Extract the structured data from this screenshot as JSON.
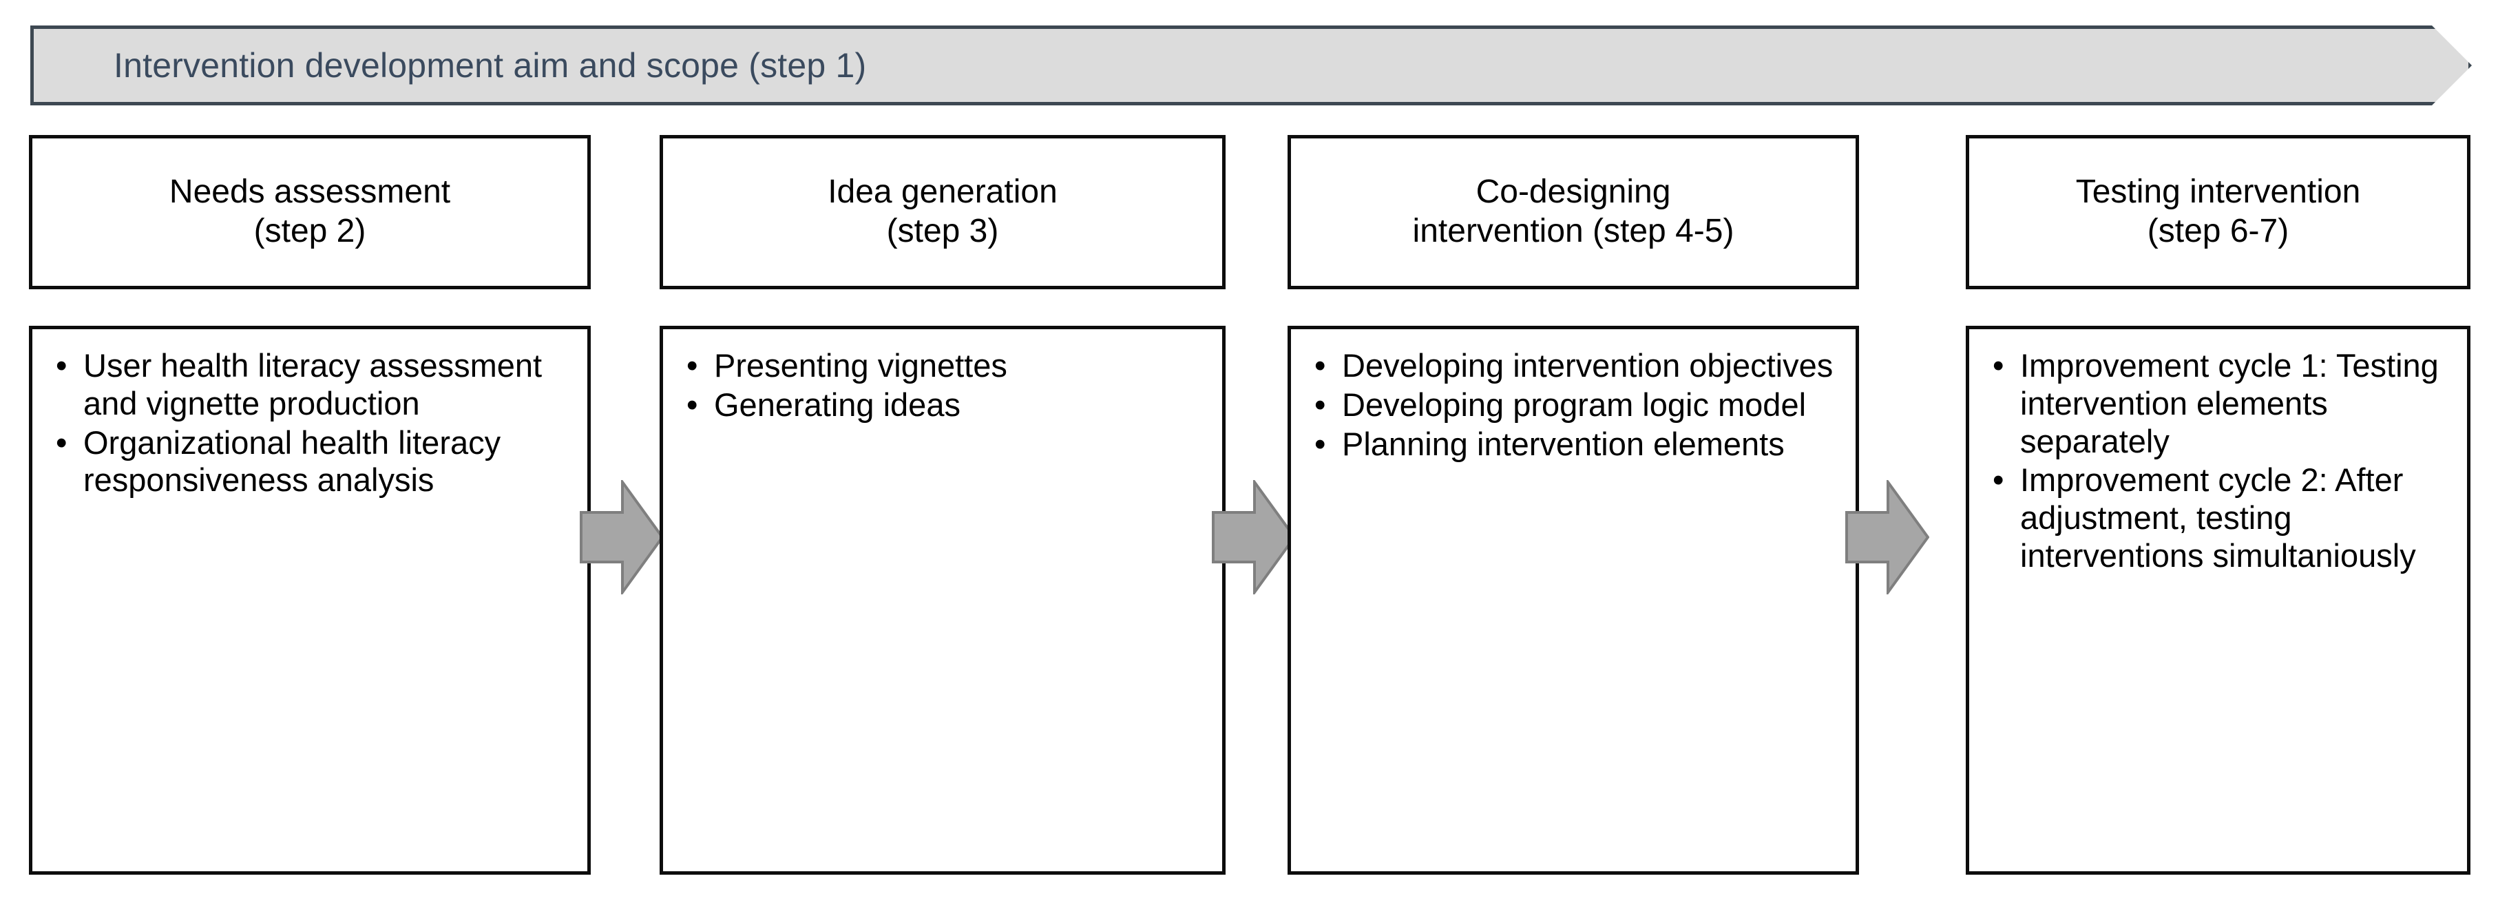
{
  "banner": {
    "label": "Intervention development aim and scope (step 1)",
    "fill_color": "#dcdcdc",
    "border_color": "#3d4852",
    "text_color": "#3a4a5e",
    "shape": "chevron-right"
  },
  "arrows": {
    "fill_color": "#a6a6a6",
    "border_color": "#7f7f7f",
    "items": [
      {
        "name": "arrow-step2-to-step3"
      },
      {
        "name": "arrow-step3-to-step4"
      },
      {
        "name": "arrow-step4-to-step6"
      }
    ]
  },
  "columns": [
    {
      "id": "needs-assessment",
      "header": "Needs assessment\n(step 2)",
      "header_lines": [
        "Needs assessment",
        "(step 2)"
      ],
      "bullets": [
        "User health literacy assessment and vignette production",
        "Organizational health literacy responsiveness analysis"
      ]
    },
    {
      "id": "idea-generation",
      "header": "Idea generation\n(step 3)",
      "header_lines": [
        "Idea generation",
        "(step 3)"
      ],
      "bullets": [
        "Presenting vignettes",
        "Generating ideas"
      ]
    },
    {
      "id": "co-designing-intervention",
      "header": "Co-designing\nintervention (step 4-5)",
      "header_lines": [
        "Co-designing",
        "intervention (step 4-5)"
      ],
      "bullets": [
        "Developing intervention objectives",
        "Developing program logic model",
        "Planning intervention elements"
      ]
    },
    {
      "id": "testing-intervention",
      "header": "Testing intervention\n(step 6-7)",
      "header_lines": [
        "Testing intervention",
        "(step 6-7)"
      ],
      "bullets": [
        "Improvement cycle 1: Testing intervention elements separately",
        "Improvement cycle 2: After adjustment, testing interventions simultaniously"
      ]
    }
  ],
  "bullet_glyph": "•"
}
